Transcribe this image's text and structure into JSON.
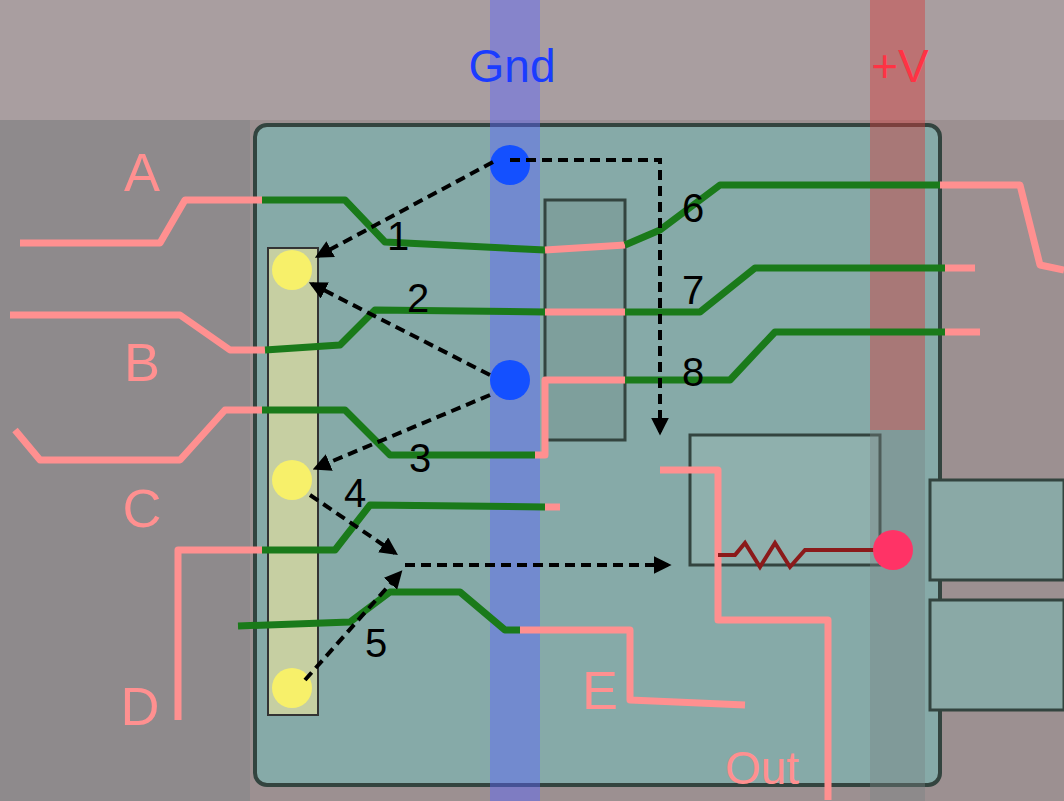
{
  "diagram": {
    "labels": [
      "Gnd",
      "+V",
      "A",
      "B",
      "C",
      "D",
      "E",
      "Out",
      "1",
      "2",
      "3",
      "4",
      "5",
      "6",
      "7",
      "8"
    ]
  }
}
